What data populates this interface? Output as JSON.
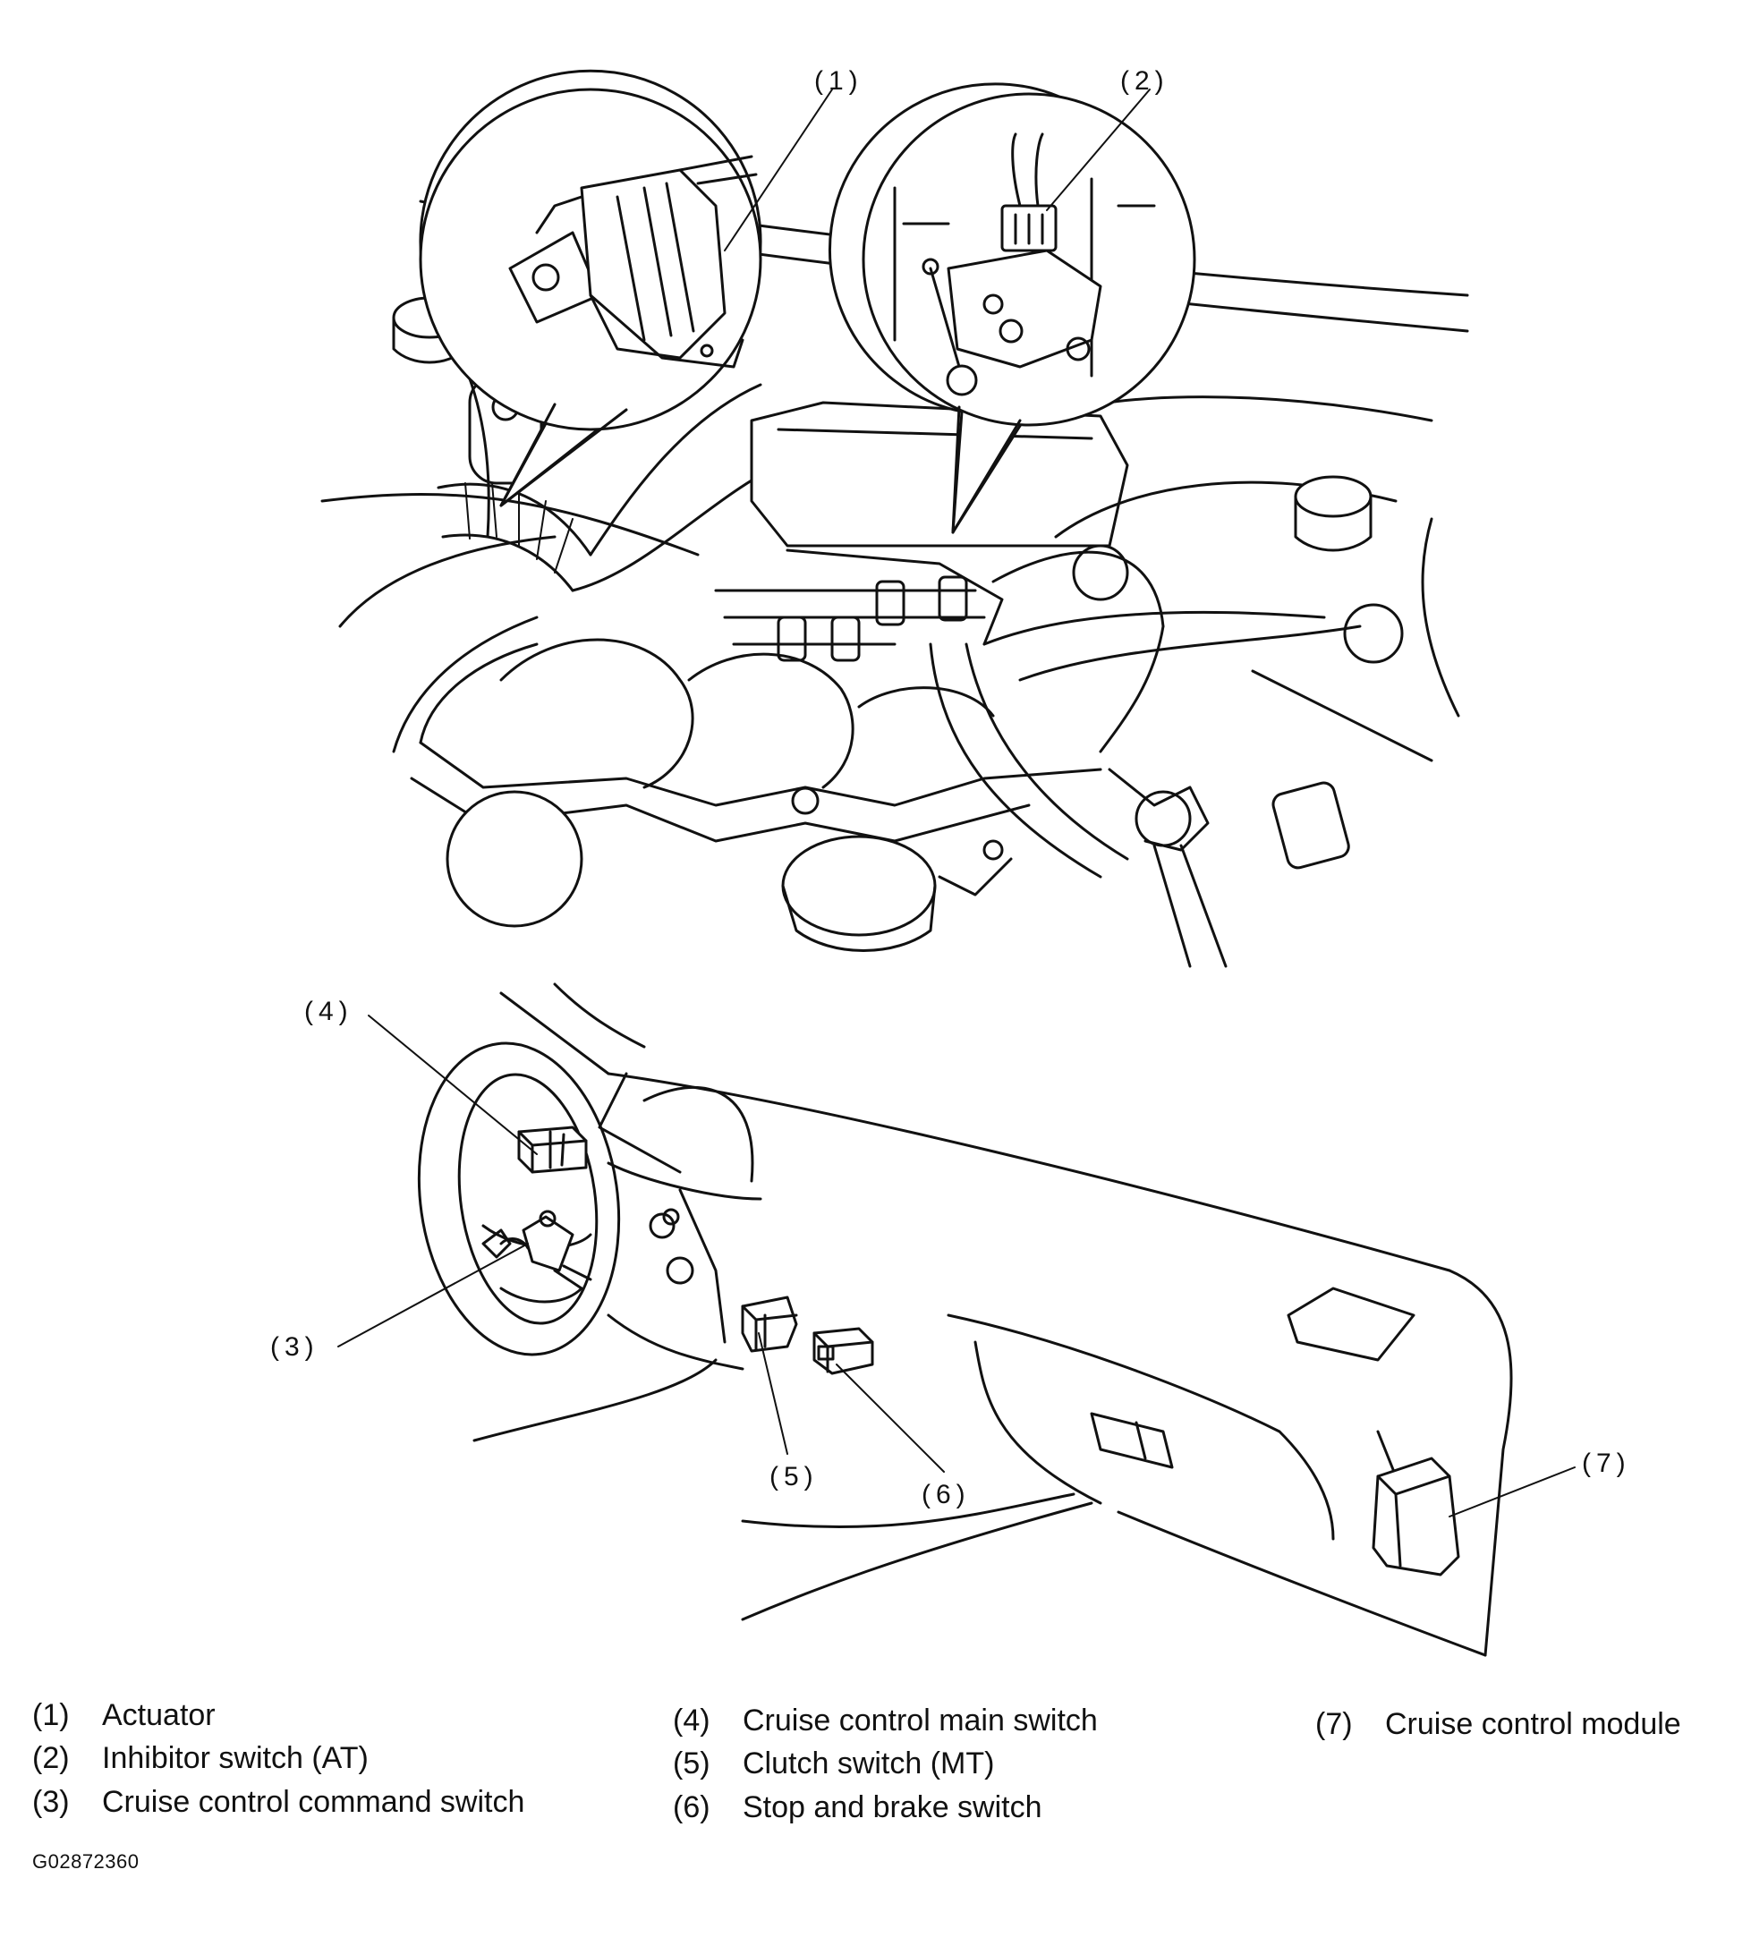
{
  "callouts": {
    "c1": "(1)",
    "c2": "(2)",
    "c3": "(3)",
    "c4": "(4)",
    "c5": "(5)",
    "c6": "(6)",
    "c7": "(7)"
  },
  "legend": [
    {
      "num": "(1)",
      "label": "Actuator"
    },
    {
      "num": "(2)",
      "label": "Inhibitor switch (AT)"
    },
    {
      "num": "(3)",
      "label": "Cruise control command switch"
    },
    {
      "num": "(4)",
      "label": "Cruise control main switch"
    },
    {
      "num": "(5)",
      "label": "Clutch switch (MT)"
    },
    {
      "num": "(6)",
      "label": "Stop and brake switch"
    },
    {
      "num": "(7)",
      "label": "Cruise control module"
    }
  ],
  "reference_code": "G02872360"
}
